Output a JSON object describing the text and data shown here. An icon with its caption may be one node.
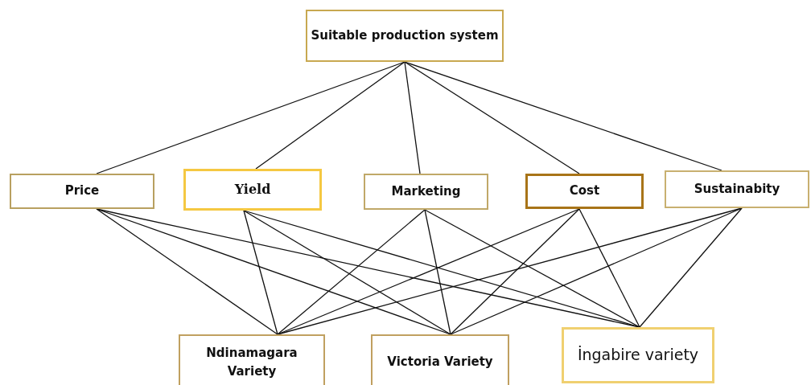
{
  "diagram": {
    "nodes": [
      {
        "text": [
          "Suitable production system"
        ]
      },
      {
        "text": [
          "Price"
        ]
      },
      {
        "text": [
          "Yield"
        ]
      },
      {
        "text": [
          "Marketing"
        ]
      },
      {
        "text": [
          "Cost"
        ]
      },
      {
        "text": [
          "Sustainabity"
        ]
      },
      {
        "text": [
          "Ndinamagara Variety"
        ]
      },
      {
        "text": [
          "Victoria Variety"
        ]
      },
      {
        "text": [
          "İngabire variety"
        ]
      }
    ],
    "edges": [
      {
        "from": 0,
        "to": 1,
        "arrow": "none"
      },
      {
        "from": 0,
        "to": 2,
        "arrow": "none"
      },
      {
        "from": 0,
        "to": 3,
        "arrow": "none"
      },
      {
        "from": 0,
        "to": 4,
        "arrow": "none"
      },
      {
        "from": 0,
        "to": 5,
        "arrow": "none"
      },
      {
        "from": 1,
        "to": 6,
        "arrow": "none"
      },
      {
        "from": 1,
        "to": 7,
        "arrow": "none"
      },
      {
        "from": 1,
        "to": 8,
        "arrow": "none"
      },
      {
        "from": 2,
        "to": 6,
        "arrow": "none"
      },
      {
        "from": 2,
        "to": 7,
        "arrow": "none"
      },
      {
        "from": 2,
        "to": 8,
        "arrow": "none"
      },
      {
        "from": 3,
        "to": 6,
        "arrow": "none"
      },
      {
        "from": 3,
        "to": 7,
        "arrow": "none"
      },
      {
        "from": 3,
        "to": 8,
        "arrow": "none"
      },
      {
        "from": 4,
        "to": 6,
        "arrow": "none"
      },
      {
        "from": 4,
        "to": 7,
        "arrow": "none"
      },
      {
        "from": 4,
        "to": 8,
        "arrow": "none"
      },
      {
        "from": 5,
        "to": 6,
        "arrow": "none"
      },
      {
        "from": 5,
        "to": 7,
        "arrow": "none"
      },
      {
        "from": 5,
        "to": 8,
        "arrow": "none"
      }
    ]
  }
}
